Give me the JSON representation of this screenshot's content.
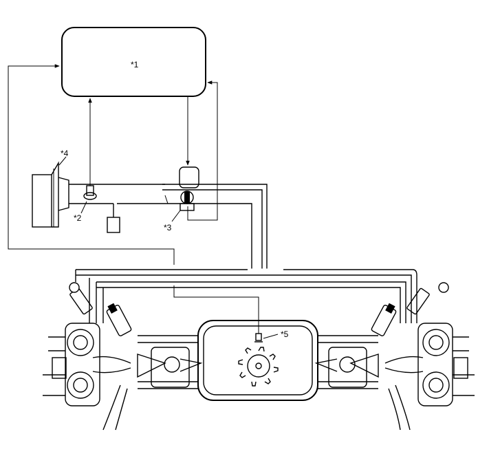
{
  "labels": {
    "ecu": "*1",
    "sensor2": "*2",
    "valve3": "*3",
    "filter4": "*4",
    "crank5": "*5"
  }
}
